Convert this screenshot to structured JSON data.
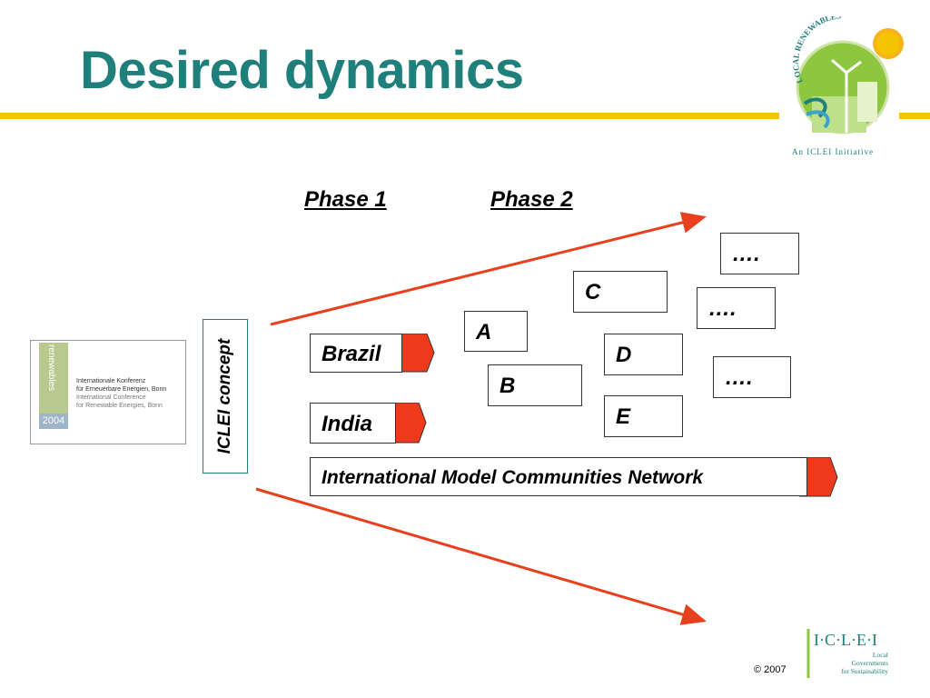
{
  "slide": {
    "title": "Desired dynamics",
    "phase1": "Phase 1",
    "phase2": "Phase 2",
    "vertical_label": "ICLEI concept",
    "boxes": {
      "brazil": "Brazil",
      "india": "India",
      "network": "International Model Communities Network",
      "a": "A",
      "b": "B",
      "c": "C",
      "d": "D",
      "e": "E",
      "ellipsis1": "….",
      "ellipsis2": "….",
      "ellipsis3": "…."
    },
    "copyright": "© 2007"
  },
  "conference_image": {
    "strip_text": "renewables",
    "year": "2004",
    "lines": [
      "Internationale Konferenz",
      "für Erneuerbare Energien, Bonn",
      "International Conference",
      "for Renewable Energies, Bonn"
    ]
  },
  "logos": {
    "top_right_arc": "LOCAL RENEWABLES",
    "top_right_sub": "An ICLEI Initiative",
    "bottom_right_main": "I·C·L·E·I",
    "bottom_right_lines": [
      "Local",
      "Governments",
      "for Sustainability"
    ]
  },
  "colors": {
    "title": "#1f7f7a",
    "rule": "#f5c400",
    "arrow": "#e8401c",
    "tab": "#ee3a1a"
  }
}
